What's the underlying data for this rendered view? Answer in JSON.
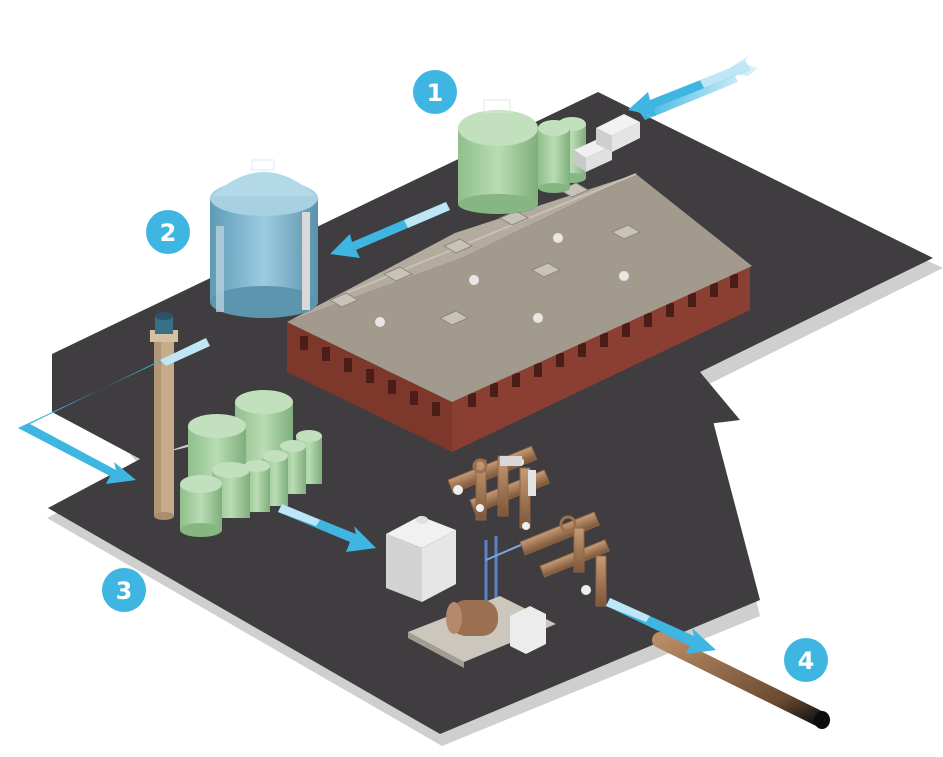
{
  "steps": [
    {
      "number": "1"
    },
    {
      "number": "2"
    },
    {
      "number": "3"
    },
    {
      "number": "4"
    }
  ],
  "colors": {
    "ground": "#3f3d3f",
    "ground_shadow": "#c9c9c9",
    "flow_arrow": "#3fb6e2",
    "badge": "#3fb6e2",
    "brick": "#8b3f32",
    "roof": "#a79e92",
    "tank_green": "#a7cfa2",
    "silo_blue": "#7cb4cc",
    "pipe_copper": "#a5795a",
    "chimney": "#c8ad8b"
  },
  "icons": {
    "step_badge": "circle-badge",
    "flow": "flow-arrow"
  }
}
